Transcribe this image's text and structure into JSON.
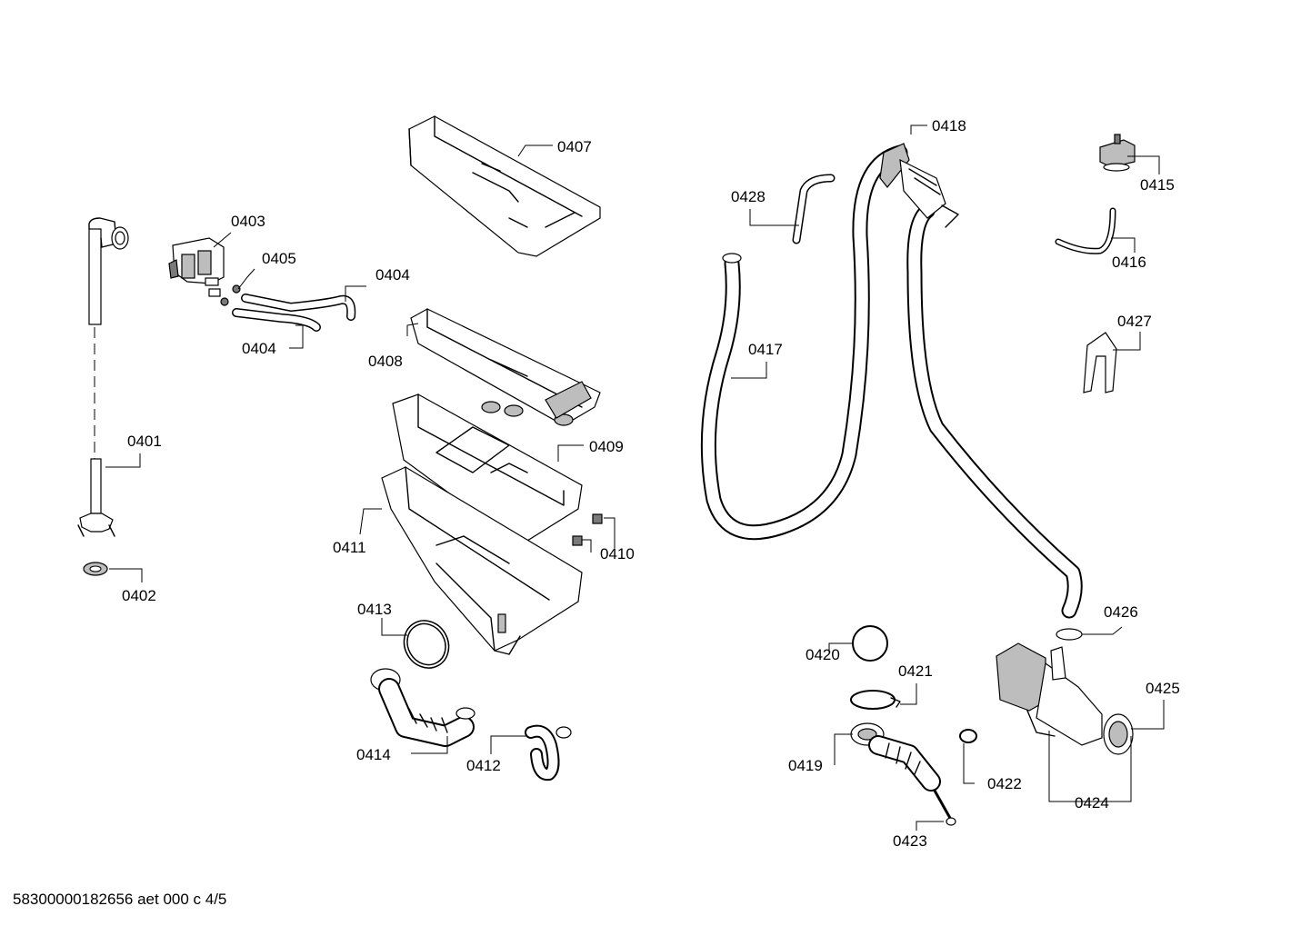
{
  "footer": "58300000182656 aet 000 c 4/5",
  "labels": {
    "p0401": "0401",
    "p0402": "0402",
    "p0403": "0403",
    "p0404a": "0404",
    "p0404b": "0404",
    "p0405": "0405",
    "p0407": "0407",
    "p0408": "0408",
    "p0409": "0409",
    "p0410": "0410",
    "p0411": "0411",
    "p0412": "0412",
    "p0413": "0413",
    "p0414": "0414",
    "p0415": "0415",
    "p0416": "0416",
    "p0417": "0417",
    "p0418": "0418",
    "p0419": "0419",
    "p0420": "0420",
    "p0421": "0421",
    "p0422": "0422",
    "p0423": "0423",
    "p0424": "0424",
    "p0425": "0425",
    "p0426": "0426",
    "p0427": "0427",
    "p0428": "0428"
  }
}
